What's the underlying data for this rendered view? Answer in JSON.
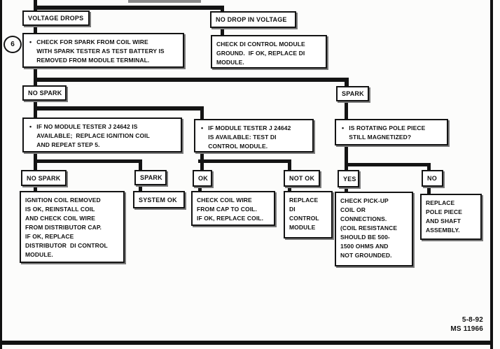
{
  "diagram": {
    "step_marker": "6",
    "bullet": "•",
    "colors": {
      "ink": "#141414",
      "paper": "#fcfcfb"
    },
    "labels": {
      "voltage_drops": "VOLTAGE DROPS",
      "no_drop_in_voltage": "NO DROP IN VOLTAGE",
      "no_spark_top": "NO SPARK",
      "spark_top": "SPARK",
      "no_spark_bottom": "NO SPARK",
      "spark_bottom": "SPARK",
      "ok": "OK",
      "not_ok": "NOT OK",
      "yes": "YES",
      "no": "NO"
    },
    "boxes": {
      "check_for_spark": "CHECK FOR SPARK FROM COIL WIRE\nWITH SPARK TESTER AS TEST BATTERY IS\nREMOVED FROM MODULE TERMINAL.",
      "check_di_ground": "CHECK DI CONTROL MODULE\nGROUND.  IF OK, REPLACE DI\nMODULE.",
      "no_module_tester": "IF NO MODULE TESTER J 24642 IS\nAVAILABLE;  REPLACE IGNITION COIL\nAND REPEAT STEP 5.",
      "module_tester": "IF MODULE TESTER J 24642\nIS AVAILABLE: TEST DI\nCONTROL MODULE.",
      "rotating_pole": "IS ROTATING POLE PIECE\nSTILL MAGNETIZED?",
      "ignition_coil_removed": "IGNITION COIL REMOVED\nIS OK, REINSTALL COIL\nAND CHECK COIL WIRE\nFROM DISTRIBUTOR CAP.\nIF OK, REPLACE\nDISTRIBUTOR  DI CONTROL\nMODULE.",
      "system_ok": "SYSTEM OK",
      "check_coil_wire": "CHECK COIL WIRE\nFROM CAP TO COIL.\nIF OK, REPLACE COIL.",
      "replace_di_module": "REPLACE\nDI\nCONTROL\nMODULE",
      "check_pickup_coil": "CHECK PICK-UP\nCOIL OR\nCONNECTIONS.\n(COIL RESISTANCE\nSHOULD BE 500-\n1500 OHMS AND\nNOT GROUNDED.",
      "replace_pole_piece": "REPLACE\nPOLE PIECE\nAND SHAFT\nASSEMBLY."
    },
    "footer": {
      "date": "5-8-92",
      "code": "MS 11966"
    }
  }
}
